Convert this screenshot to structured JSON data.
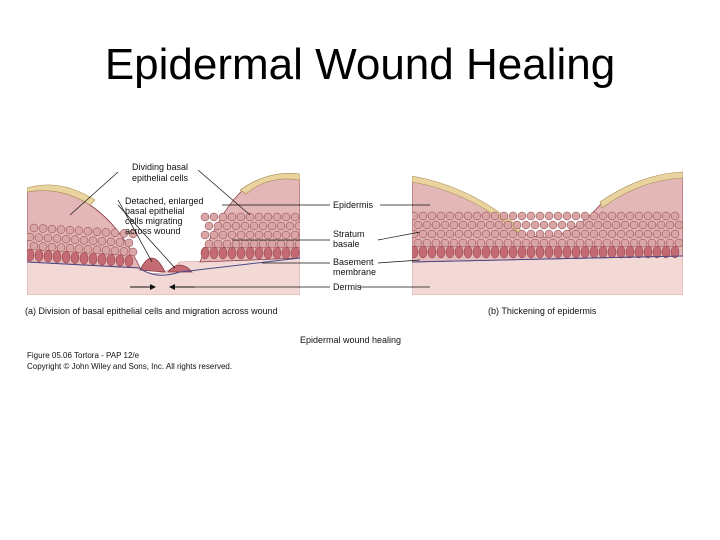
{
  "title": "Epidermal Wound Healing",
  "labels": {
    "dividing": [
      "Dividing basal",
      "epithelial cells"
    ],
    "detached": [
      "Detached, enlarged",
      "basal epithelial",
      "cells migrating",
      "across wound"
    ],
    "epidermis": "Epidermis",
    "stratum": [
      "Stratum",
      "basale"
    ],
    "basement": [
      "Basement",
      "membrane"
    ],
    "dermis": "Dermis"
  },
  "captions": {
    "a": "(a) Division of basal epithelial cells and migration across wound",
    "b": "(b) Thickening of epidermis",
    "main": "Epidermal wound healing"
  },
  "credit": {
    "figure": "Figure 05.06  Tortora - PAP 12/e",
    "copyright": "Copyright © John Wiley and Sons, Inc. All rights reserved."
  },
  "colors": {
    "cell_fill": "#d9a5a5",
    "cell_stroke": "#8a3a44",
    "basal_cell": "#c46a72",
    "dermis": "#f3d9d6",
    "keratin": "#e9d4a0"
  }
}
